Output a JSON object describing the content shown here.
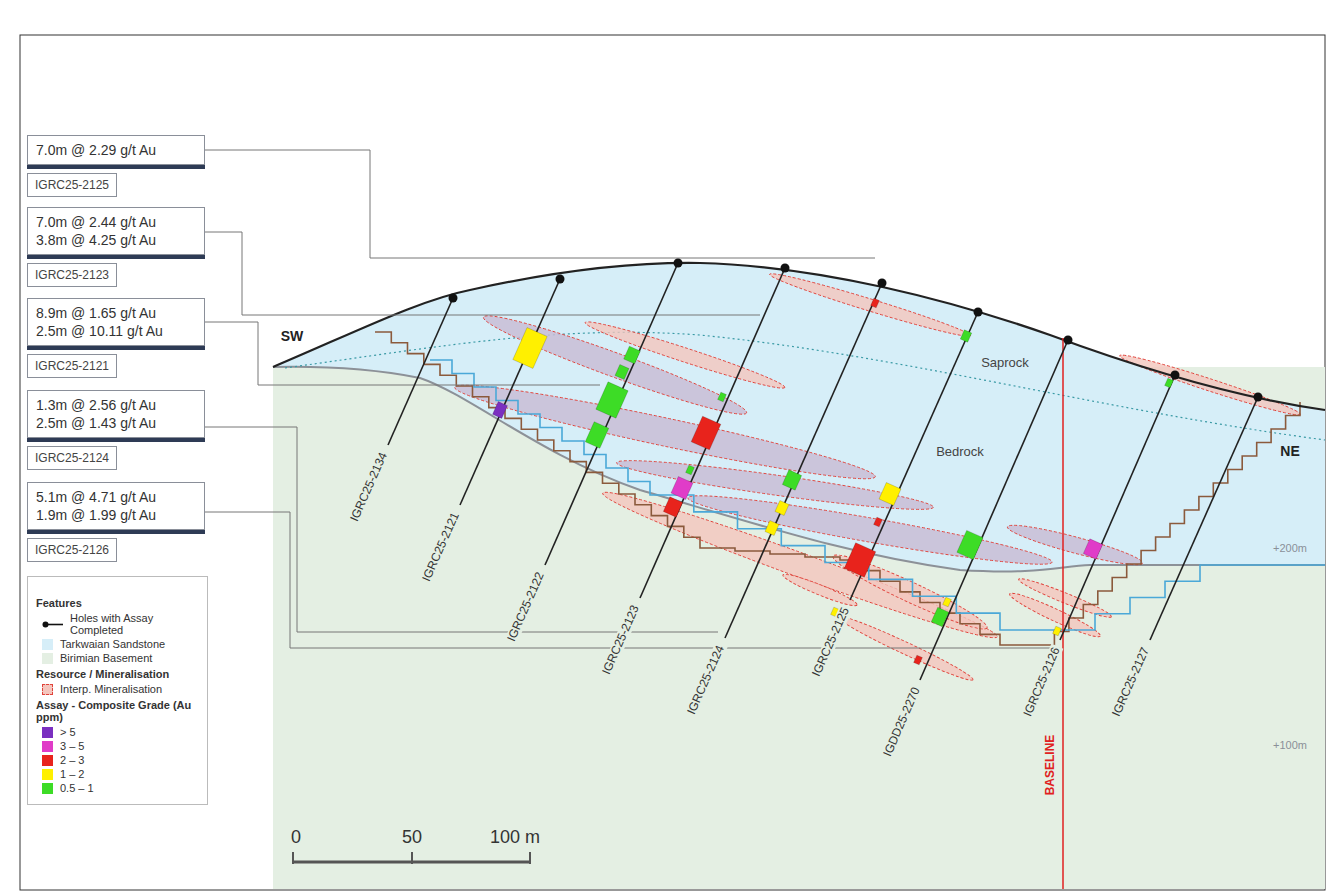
{
  "diagram": {
    "nodes": [
      {
        "text": [
          "7.0m @ 2.29 g/t Au",
          "IGRC25-2125"
        ]
      },
      {
        "text": [
          "7.0m @ 2.44 g/t Au",
          "3.8m @ 4.25 g/t Au",
          "IGRC25-2123"
        ]
      },
      {
        "text": [
          "8.9m @ 1.65 g/t Au",
          "2.5m @ 10.11 g/t Au",
          "IGRC25-2121"
        ]
      },
      {
        "text": [
          "1.3m @ 2.56 g/t Au",
          "2.5m @ 1.43 g/t Au",
          "IGRC25-2124"
        ]
      },
      {
        "text": [
          "5.1m @ 4.71 g/t Au",
          "1.9m @ 1.99 g/t Au",
          "IGRC25-2126"
        ]
      }
    ],
    "labels": [
      "SW",
      "NE",
      "Saprock",
      "Bedrock",
      "+200m",
      "+100m",
      "BASELINE",
      "IGRC25-2134",
      "IGRC25-2121",
      "IGRC25-2122",
      "IGRC25-2123",
      "IGRC25-2124",
      "IGRC25-2125",
      "IGDD25-2270",
      "IGRC25-2126",
      "IGRC25-2127",
      "0",
      "50",
      "100 m",
      "Features",
      "Resource / Mineralisation",
      "Assay - Composite Grade (Au ppm)"
    ],
    "legend": [
      {
        "text": "Holes with Assay Completed"
      },
      {
        "text": "Tarkwaian Sandstone",
        "color": "#d6eef8"
      },
      {
        "text": "Birimian Basement",
        "color": "#e4efe3"
      },
      {
        "text": "Interp. Mineralisation",
        "color": "#f4c5bd"
      },
      {
        "text": "> 5",
        "color": "#7a2fc0"
      },
      {
        "text": "3 – 5",
        "color": "#e03cc8"
      },
      {
        "text": "2 – 3",
        "color": "#e8231c"
      },
      {
        "text": "1 – 2",
        "color": "#fff000"
      },
      {
        "text": "0.5 – 1",
        "color": "#3ddc26"
      }
    ]
  }
}
